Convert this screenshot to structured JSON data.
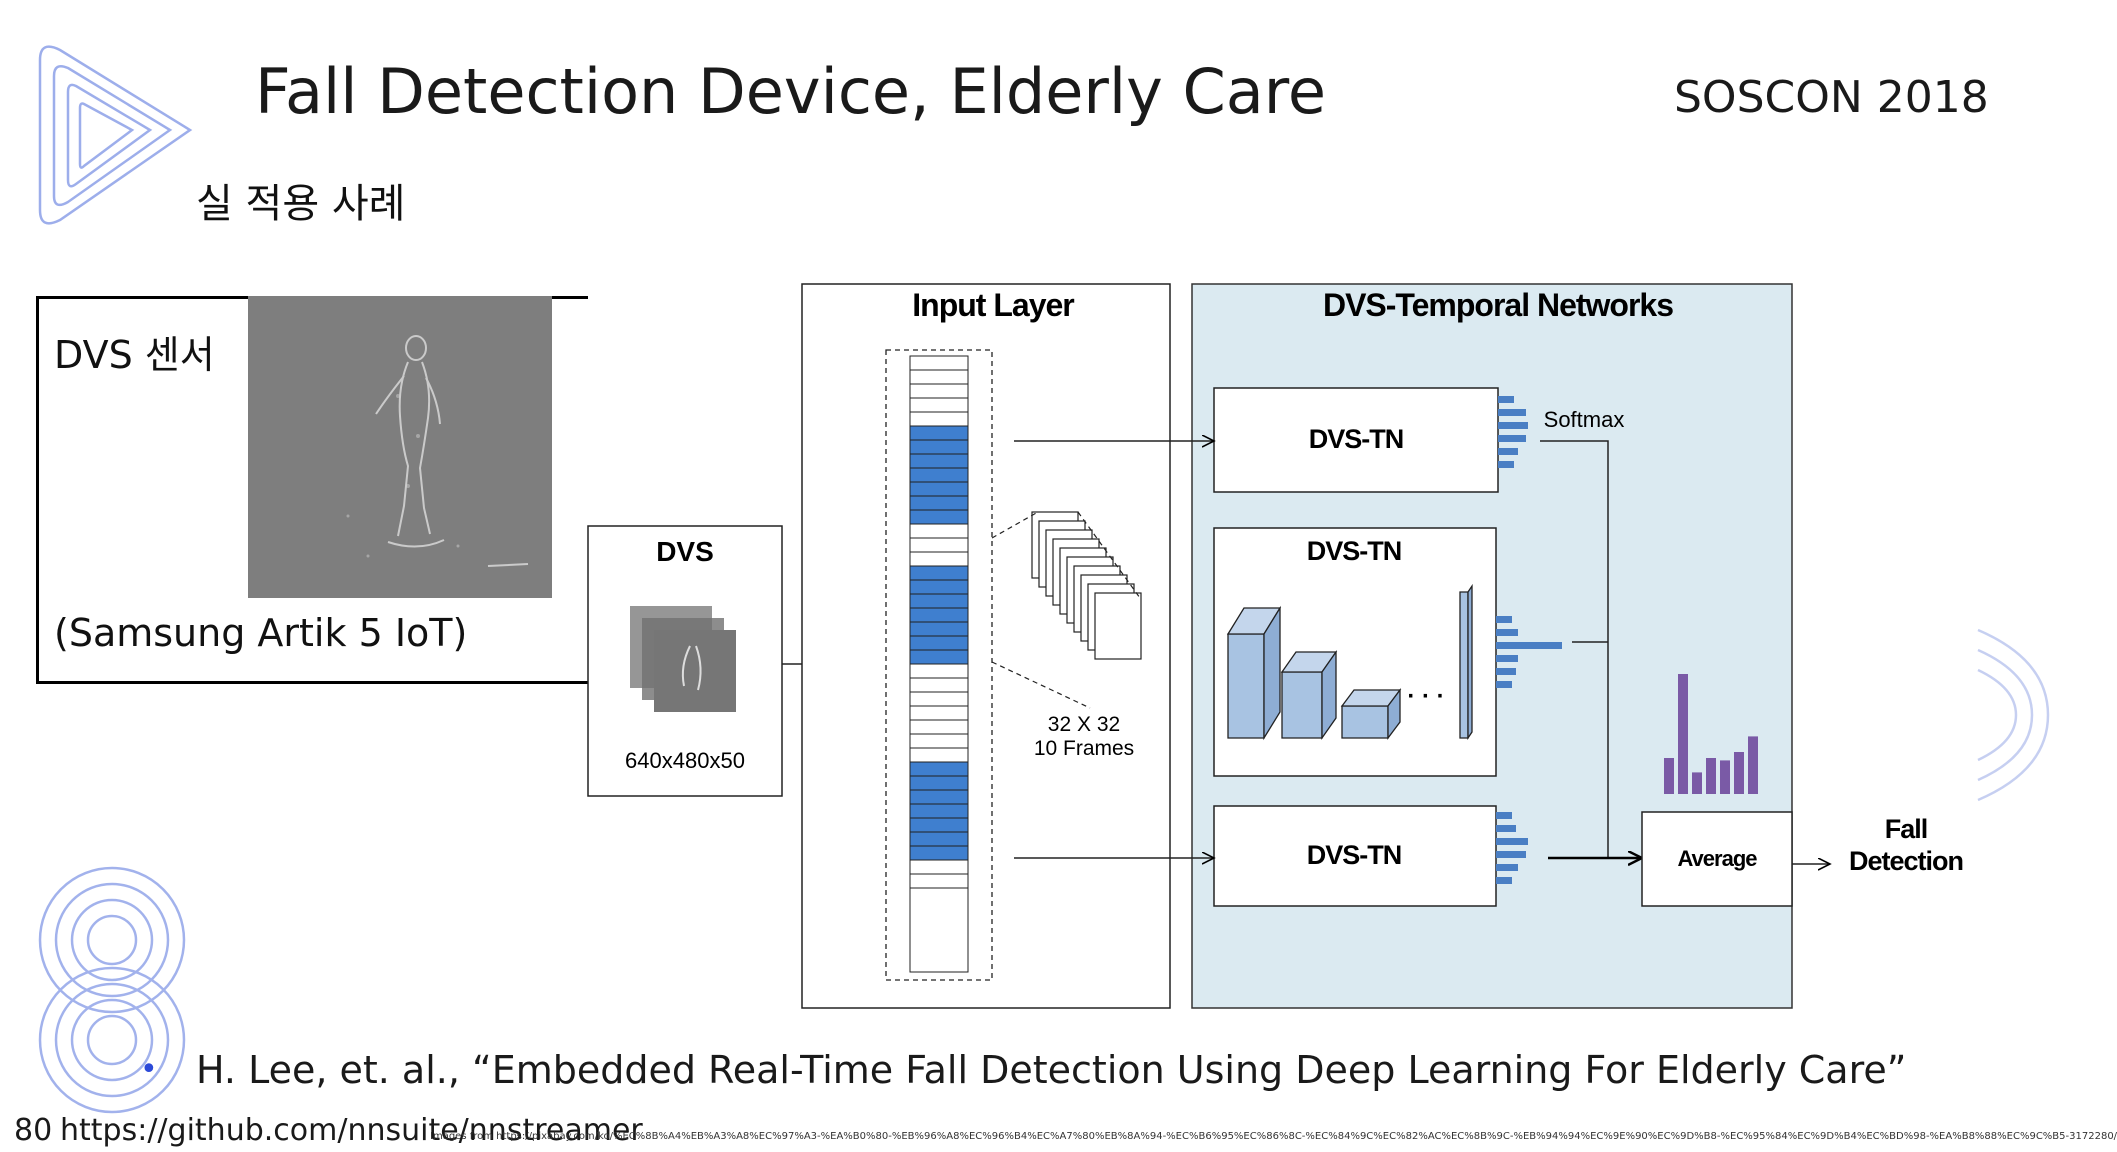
{
  "header": {
    "title": "Fall Detection Device, Elderly Care",
    "event": "SOSCON 2018",
    "subtitle": "실 적용 사례"
  },
  "sensor": {
    "label": "DVS 센서",
    "device": "(Samsung Artik 5 IoT)"
  },
  "diagram": {
    "dvs_title": "DVS",
    "dvs_size": "640x480x50",
    "input_layer_title": "Input Layer",
    "frames_line1": "32 X 32",
    "frames_line2": "10 Frames",
    "networks_title": "DVS-Temporal Networks",
    "tn_labels": [
      "DVS-TN",
      "DVS-TN",
      "DVS-TN"
    ],
    "softmax": "Softmax",
    "dots": "· · ·",
    "average": "Average",
    "output_line1": "Fall",
    "output_line2": "Detection",
    "colors": {
      "network_bg": "#dbeaf1",
      "block_blue": "#3f7fcf",
      "cube_fill": "#a8c3e2",
      "softmax_bar": "#4a7fc4",
      "histogram": "#7a5aa6"
    },
    "histogram_values": [
      0.3,
      1.0,
      0.18,
      0.3,
      0.28,
      0.35,
      0.48
    ]
  },
  "footer": {
    "bullet": "•",
    "reference": "H. Lee, et. al., “Embedded Real-Time Fall Detection Using Deep Learning For Elderly Care”",
    "page_number": "80",
    "url": "https://github.com/nnsuite/nnstreamer",
    "image_credit": "Images from https://pixabay.com/ko/%EC%8B%A4%EB%A3%A8%EC%97%A3-%EA%B0%80-%EB%96%A8%EC%96%B4%EC%A7%80%EB%8A%94-%EC%B6%95%EC%86%8C-%EC%84%9C%EC%82%AC%EC%8B%9C-%EB%94%94%EC%9E%90%EC%9D%B8-%EC%95%84%EC%9D%B4%EC%BD%98-%EA%B8%88%EC%9C%B5-3172280/"
  }
}
